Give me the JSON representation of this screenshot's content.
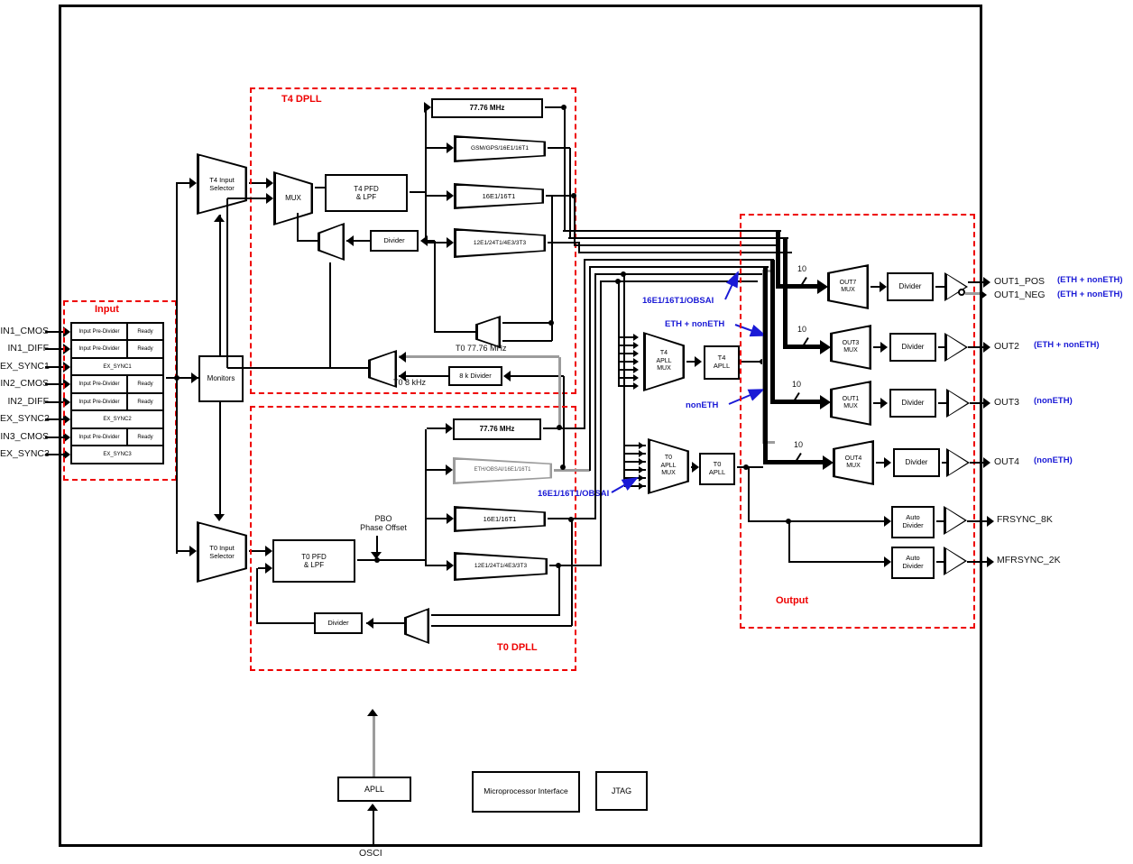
{
  "colors": {
    "accent_red": "#ee0000",
    "annotation_blue": "#1a1ad6",
    "wire_gray": "#9c9c9c"
  },
  "inputs": {
    "labels": [
      "IN1_CMOS",
      "IN1_DIFF",
      "EX_SYNC1",
      "IN2_CMOS",
      "IN2_DIFF",
      "EX_SYNC2",
      "IN3_CMOS",
      "EX_SYNC3"
    ]
  },
  "input_block": {
    "title": "Input",
    "pre_divider": "Input Pre-Divider",
    "ready": "Ready",
    "sync1": "EX_SYNC1",
    "sync2": "EX_SYNC2",
    "sync3": "EX_SYNC3"
  },
  "selectors": {
    "t4": "T4 Input\nSelector",
    "monitors": "Monitors",
    "t0": "T0 Input\nSelector"
  },
  "t4_dpll": {
    "title": "T4 DPLL",
    "mux": "MUX",
    "pfd": "T4 PFD\n& LPF",
    "divider": "Divider",
    "freq": "77.76 MHz",
    "div1": "GSM/GPS/16E1/16T1",
    "div2": "16E1/16T1",
    "div3": "12E1/24T1/4E3/3T3"
  },
  "t4_feedback": {
    "to_7776": "T0 77.76 MHz",
    "div8k": "8 k Divider",
    "to_8k": "T0 8 kHz"
  },
  "t0_dpll": {
    "title": "T0 DPLL",
    "pfd": "T0 PFD\n& LPF",
    "pbo": "PBO\nPhase Offset",
    "divider": "Divider",
    "freq": "77.76 MHz",
    "div1": "ETH/OBSAI/16E1/16T1",
    "div2": "16E1/16T1",
    "div3": "12E1/24T1/4E3/3T3",
    "blue_label": "16E1/16T1/OBSAI"
  },
  "aplls": {
    "t4_mux": "T4\nAPLL\nMUX",
    "t4": "T4\nAPLL",
    "t0_mux": "T0\nAPLL\nMUX",
    "t0": "T0\nAPLL",
    "label_obsai": "16E1/16T1/OBSAI",
    "label_eth": "ETH + nonETH",
    "label_noneth": "nonETH"
  },
  "output_block": {
    "title": "Output",
    "bus_width": "10",
    "divider": "Divider",
    "auto_divider": "Auto\nDivider",
    "muxes": [
      "OUT7\nMUX",
      "OUT3\nMUX",
      "OUT1\nMUX",
      "OUT4\nMUX"
    ]
  },
  "outputs": {
    "out1_pos": {
      "name": "OUT1_POS",
      "tag": "(ETH + nonETH)"
    },
    "out1_neg": {
      "name": "OUT1_NEG",
      "tag": "(ETH + nonETH)"
    },
    "out2": {
      "name": "OUT2",
      "tag": "(ETH + nonETH)"
    },
    "out3": {
      "name": "OUT3",
      "tag": "(nonETH)"
    },
    "out4": {
      "name": "OUT4",
      "tag": "(nonETH)"
    },
    "frsync": {
      "name": "FRSYNC_8K"
    },
    "mfrsync": {
      "name": "MFRSYNC_2K"
    }
  },
  "bottom": {
    "apll": "APLL",
    "osci": "OSCI",
    "micro": "Microprocessor Interface",
    "jtag": "JTAG"
  }
}
